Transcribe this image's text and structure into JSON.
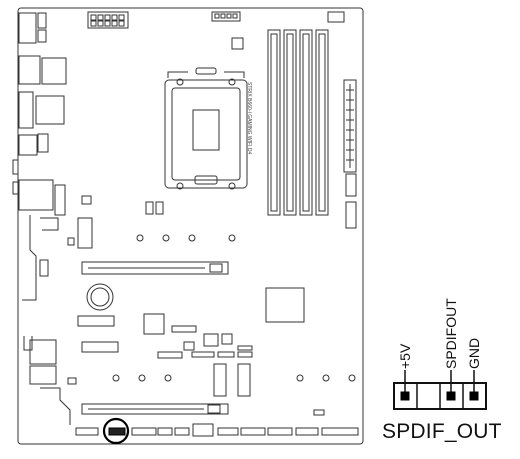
{
  "header": {
    "title": "SPDIF_OUT",
    "pins": [
      "+5V",
      "",
      "SPDIFOUT",
      "GND"
    ]
  },
  "board": {
    "model_text": "STRIX B660-I GAMING WIFI D4"
  },
  "colors": {
    "line": "#333333",
    "highlight": "#000000",
    "pin_fill": "#000000"
  }
}
